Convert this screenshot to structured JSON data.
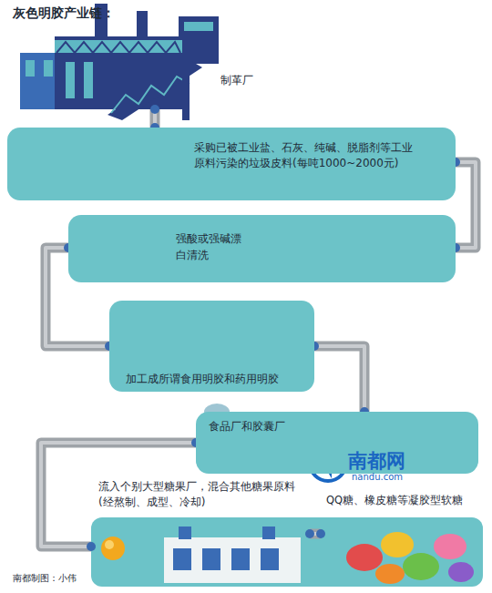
{
  "diagram": {
    "title": "灰色明胶产业链：",
    "nodes": [
      {
        "text": [
          "制革厂"
        ]
      },
      {
        "text": [
          "采购已被工业盐、石灰、纯碱、脱脂剂等工业原料污染的垃圾皮料(每吨1000~2000元)"
        ]
      },
      {
        "text": [
          "强酸或强碱漂白清洗"
        ]
      },
      {
        "text": [
          "加工成所谓食用明胶和药用明胶"
        ]
      },
      {
        "text": [
          "食品厂和胶囊厂"
        ]
      },
      {
        "text": [
          "流入个别大型糖果厂，混合其他糖果原料(经熬制、成型、冷却)"
        ]
      },
      {
        "text": [
          "QQ糖、橡皮糖等凝胶型软糖"
        ]
      }
    ],
    "edges": [
      {
        "from": 0,
        "to": 1,
        "arrow": "none"
      },
      {
        "from": 1,
        "to": 2,
        "arrow": "none"
      },
      {
        "from": 2,
        "to": 3,
        "arrow": "none"
      },
      {
        "from": 3,
        "to": 4,
        "arrow": "none"
      },
      {
        "from": 4,
        "to": 5,
        "arrow": "none"
      },
      {
        "from": 5,
        "to": 6,
        "arrow": "none"
      }
    ],
    "labels": [
      "南都网",
      "nandu.com",
      "南都制图：小伟"
    ]
  }
}
